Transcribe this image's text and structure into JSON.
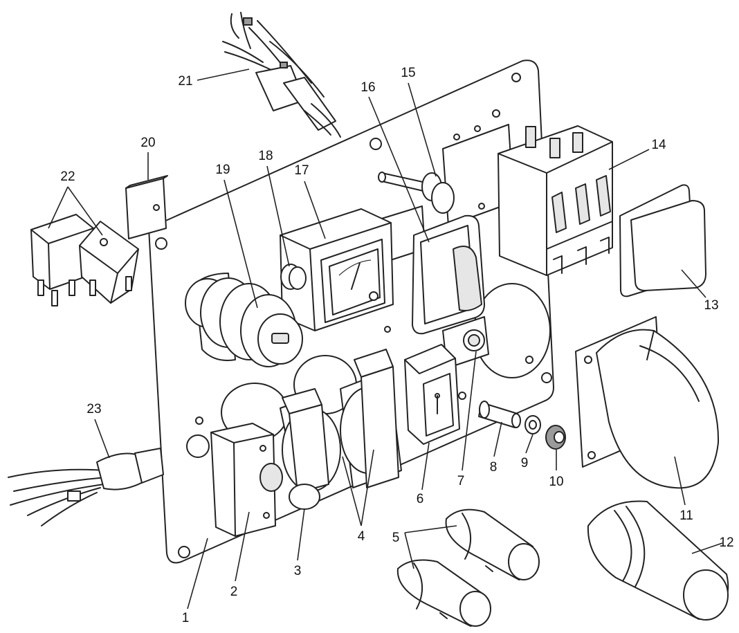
{
  "callouts": [
    {
      "id": "1",
      "text": "1"
    },
    {
      "id": "2",
      "text": "2"
    },
    {
      "id": "3",
      "text": "3"
    },
    {
      "id": "4",
      "text": "4"
    },
    {
      "id": "5",
      "text": "5"
    },
    {
      "id": "6",
      "text": "6"
    },
    {
      "id": "7",
      "text": "7"
    },
    {
      "id": "8",
      "text": "8"
    },
    {
      "id": "9",
      "text": "9"
    },
    {
      "id": "10",
      "text": "10"
    },
    {
      "id": "11",
      "text": "11"
    },
    {
      "id": "12",
      "text": "12"
    },
    {
      "id": "13",
      "text": "13"
    },
    {
      "id": "14",
      "text": "14"
    },
    {
      "id": "15",
      "text": "15"
    },
    {
      "id": "16",
      "text": "16"
    },
    {
      "id": "17",
      "text": "17"
    },
    {
      "id": "18",
      "text": "18"
    },
    {
      "id": "19",
      "text": "19"
    },
    {
      "id": "20",
      "text": "20"
    },
    {
      "id": "21",
      "text": "21"
    },
    {
      "id": "22",
      "text": "22"
    },
    {
      "id": "23",
      "text": "23"
    }
  ],
  "colors": {
    "line": "#222222",
    "background": "#ffffff"
  }
}
